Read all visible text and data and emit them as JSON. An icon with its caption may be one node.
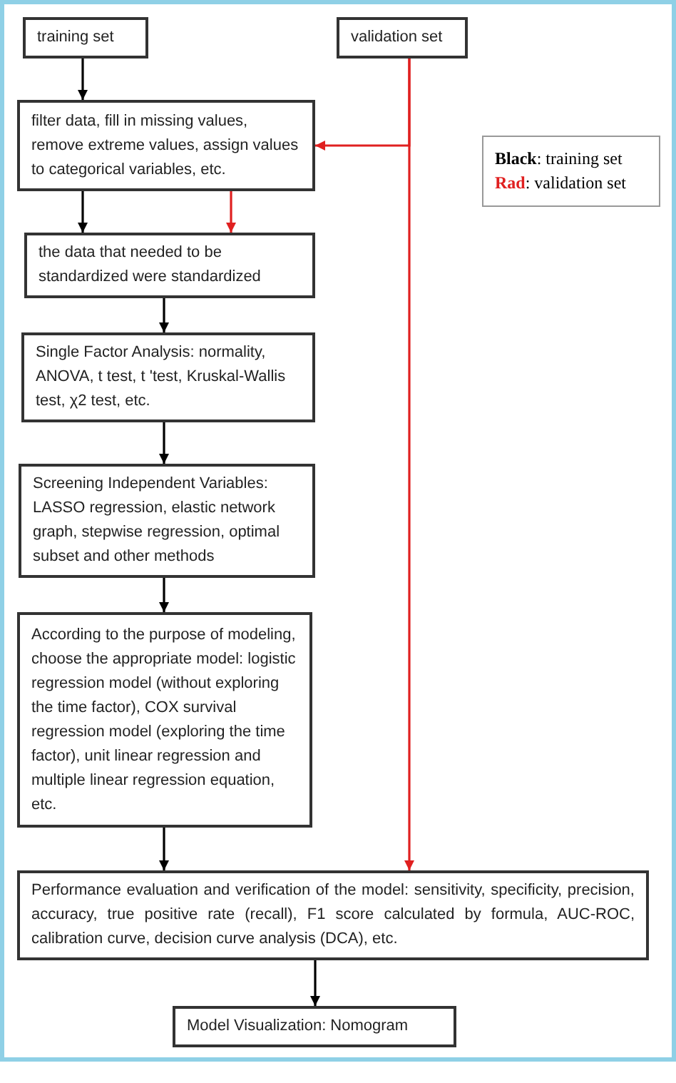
{
  "diagram": {
    "nodes": [
      {
        "text": [
          "training set"
        ]
      },
      {
        "text": [
          "validation set"
        ]
      },
      {
        "text": [
          "filter data, fill in missing values, remove extreme values, assign values to categorical variables, etc."
        ]
      },
      {
        "text": [
          "the data that needed to be standardized were standardized"
        ]
      },
      {
        "text": [
          "Single Factor Analysis: normality, ANOVA, t test, t 'test, Kruskal-Wallis test, χ2 test, etc."
        ]
      },
      {
        "text": [
          "Screening Independent Variables: LASSO regression, elastic network graph, stepwise regression, optimal subset and other methods"
        ]
      },
      {
        "text": [
          "According to the purpose of modeling, choose the appropriate model: logistic regression model (without exploring the time factor), COX survival regression model (exploring the time factor), unit linear regression and multiple linear regression equation, etc."
        ]
      },
      {
        "text": [
          "Performance evaluation and verification of the model: sensitivity, specificity, precision, accuracy, true positive rate (recall), F1 score calculated by formula, AUC-ROC, calibration curve, decision curve analysis (DCA), etc."
        ]
      },
      {
        "text": [
          "Model Visualization: Nomogram"
        ]
      }
    ],
    "edges": [
      {
        "from": 0,
        "to": 2,
        "arrow": "to"
      },
      {
        "from": 1,
        "to": 2,
        "arrow": "to",
        "color": "#e02020"
      },
      {
        "from": 1,
        "to": 7,
        "arrow": "to",
        "color": "#e02020"
      },
      {
        "from": 2,
        "to": 3,
        "arrow": "to"
      },
      {
        "from": 2,
        "to": 3,
        "arrow": "to",
        "color": "#e02020"
      },
      {
        "from": 3,
        "to": 4,
        "arrow": "to"
      },
      {
        "from": 4,
        "to": 5,
        "arrow": "to"
      },
      {
        "from": 5,
        "to": 6,
        "arrow": "to"
      },
      {
        "from": 6,
        "to": 7,
        "arrow": "to"
      },
      {
        "from": 7,
        "to": 8,
        "arrow": "to"
      }
    ],
    "legend": [
      {
        "text": "**Black**: training set",
        "color": "#000000"
      },
      {
        "text": "**Rad**: validation set",
        "color": "#e02020"
      }
    ]
  }
}
